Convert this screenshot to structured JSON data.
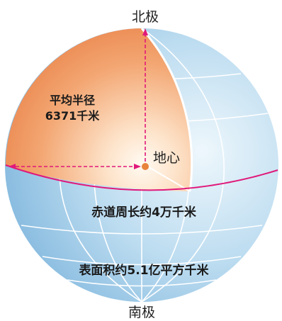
{
  "labels": {
    "north_pole": "北极",
    "south_pole": "南极",
    "radius_line1": "平均半径",
    "radius_line2": "6371千米",
    "center": "地心",
    "equator": "赤道周长约4万千米",
    "surface_area": "表面积约5.1亿平方千米"
  },
  "colors": {
    "ocean_light": "#e9f4fb",
    "ocean_mid": "#b9d9ee",
    "ocean_dark": "#8cbde0",
    "cutaway_light": "#fde2c8",
    "cutaway_dark": "#ee8d56",
    "equator_line": "#e0197a",
    "radius_arrow": "#e0197a",
    "center_dot": "#e8833c",
    "grid_line": "#ffffff"
  }
}
